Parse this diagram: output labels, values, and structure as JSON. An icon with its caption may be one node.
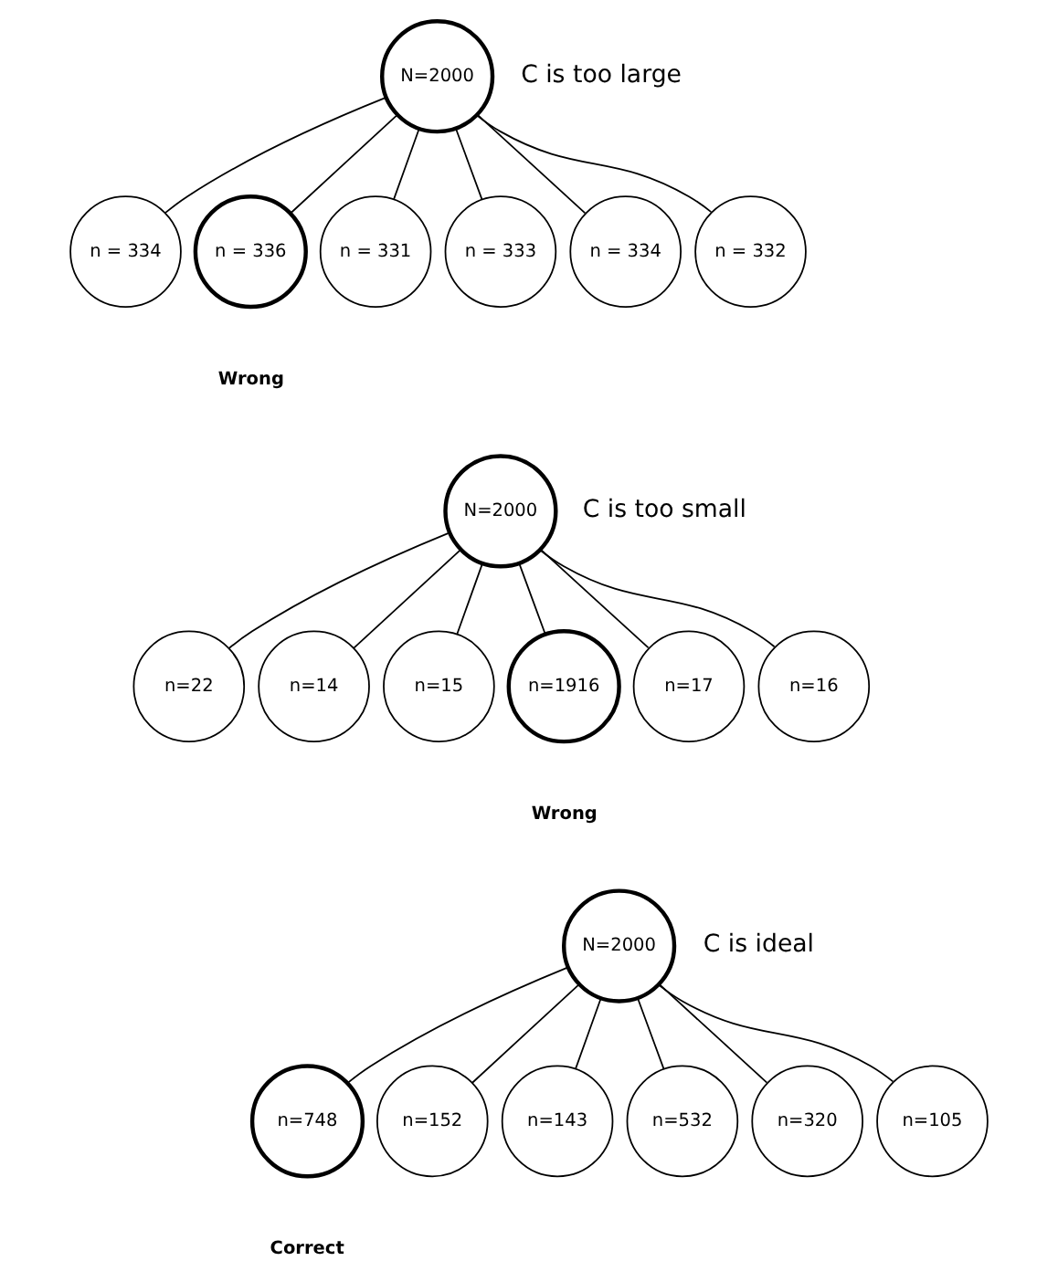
{
  "diagram": {
    "nodes": [
      {
        "text": [
          "N=2000"
        ]
      },
      {
        "text": [
          "n = 334"
        ]
      },
      {
        "text": [
          "n = 336"
        ],
        "beside": [
          "Wrong"
        ]
      },
      {
        "text": [
          "n = 331"
        ]
      },
      {
        "text": [
          "n = 333"
        ]
      },
      {
        "text": [
          "n = 334"
        ]
      },
      {
        "text": [
          "n = 332"
        ]
      },
      {
        "text": [
          "N=2000"
        ]
      },
      {
        "text": [
          "n=22"
        ]
      },
      {
        "text": [
          "n=14"
        ]
      },
      {
        "text": [
          "n=15"
        ]
      },
      {
        "text": [
          "n=1916"
        ],
        "beside": [
          "Wrong"
        ]
      },
      {
        "text": [
          "n=17"
        ]
      },
      {
        "text": [
          "n=16"
        ]
      },
      {
        "text": [
          "N=2000"
        ]
      },
      {
        "text": [
          "n=748"
        ],
        "beside": [
          "Correct"
        ]
      },
      {
        "text": [
          "n=152"
        ]
      },
      {
        "text": [
          "n=143"
        ]
      },
      {
        "text": [
          "n=532"
        ]
      },
      {
        "text": [
          "n=320"
        ]
      },
      {
        "text": [
          "n=105"
        ]
      }
    ],
    "edges": [
      {
        "from": 0,
        "to": 1,
        "arrow": "none"
      },
      {
        "from": 0,
        "to": 2,
        "arrow": "none"
      },
      {
        "from": 0,
        "to": 3,
        "arrow": "none"
      },
      {
        "from": 0,
        "to": 4,
        "arrow": "none"
      },
      {
        "from": 0,
        "to": 5,
        "arrow": "none"
      },
      {
        "from": 0,
        "to": 6,
        "arrow": "none"
      },
      {
        "from": 7,
        "to": 8,
        "arrow": "none"
      },
      {
        "from": 7,
        "to": 9,
        "arrow": "none"
      },
      {
        "from": 7,
        "to": 10,
        "arrow": "none"
      },
      {
        "from": 7,
        "to": 11,
        "arrow": "none"
      },
      {
        "from": 7,
        "to": 12,
        "arrow": "none"
      },
      {
        "from": 7,
        "to": 13,
        "arrow": "none"
      },
      {
        "from": 14,
        "to": 15,
        "arrow": "none"
      },
      {
        "from": 14,
        "to": 16,
        "arrow": "none"
      },
      {
        "from": 14,
        "to": 17,
        "arrow": "none"
      },
      {
        "from": 14,
        "to": 18,
        "arrow": "none"
      },
      {
        "from": 14,
        "to": 19,
        "arrow": "none"
      },
      {
        "from": 14,
        "to": 20,
        "arrow": "none"
      }
    ],
    "labels": [
      "C is too large",
      "C is too small",
      "C is ideal"
    ]
  }
}
